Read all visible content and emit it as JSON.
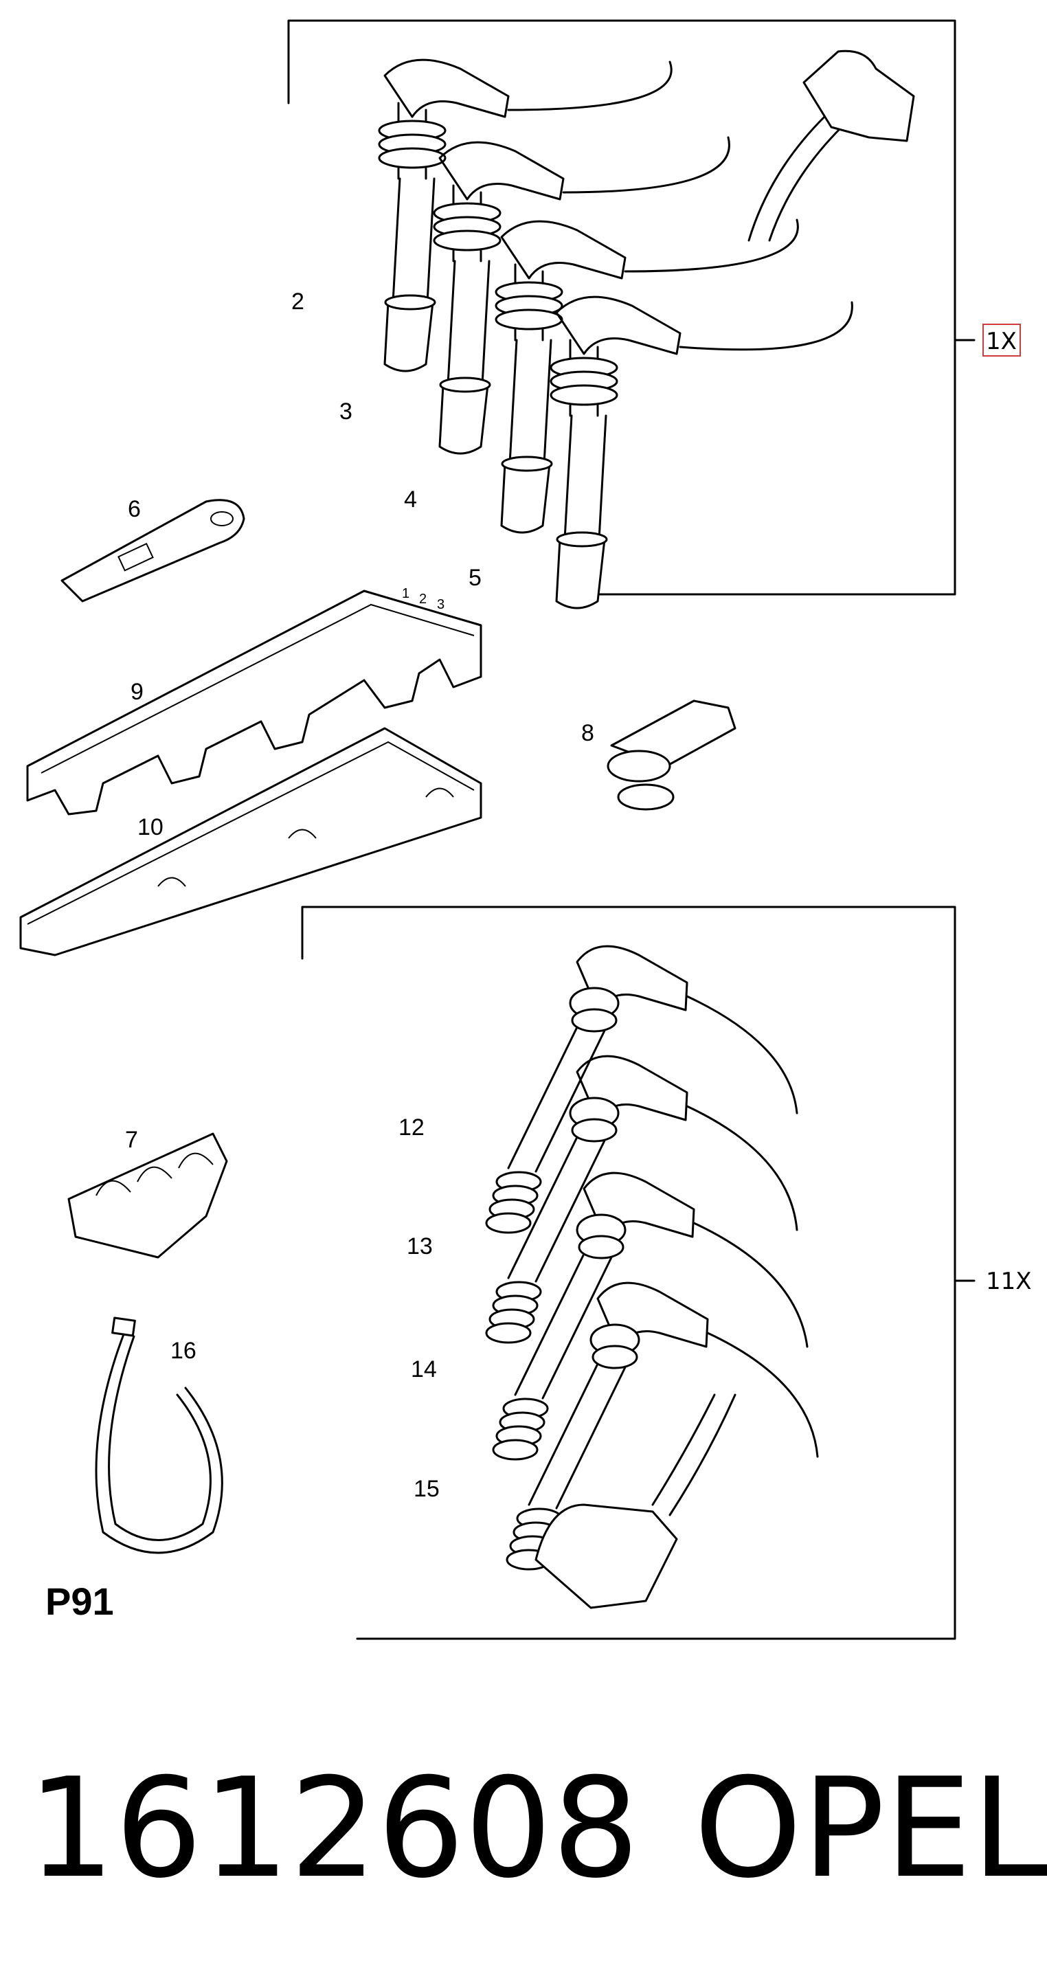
{
  "diagram": {
    "callouts": {
      "c2": "2",
      "c3": "3",
      "c4": "4",
      "c5": "5",
      "c6": "6",
      "c7": "7",
      "c8": "8",
      "c9": "9",
      "c10": "10",
      "c12": "12",
      "c13": "13",
      "c14": "14",
      "c15": "15",
      "c16": "16"
    },
    "quantities": {
      "upper_set": "1X",
      "lower_set": "11X"
    },
    "diagram_code": "P91",
    "footer": {
      "part_number": "1612608",
      "brand": "OPEL"
    }
  }
}
